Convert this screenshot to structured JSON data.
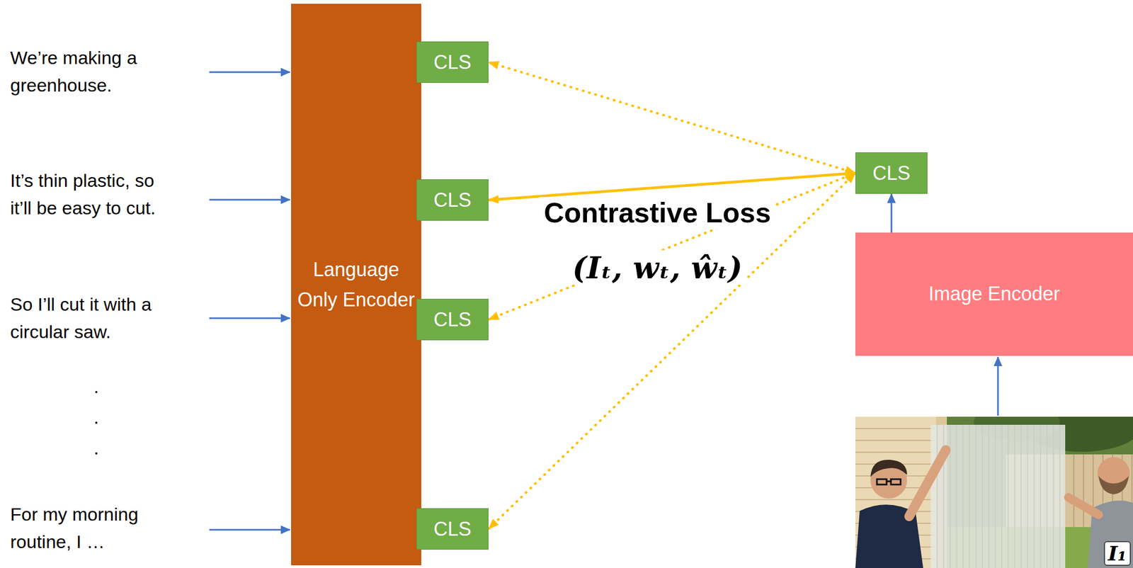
{
  "diagram": {
    "nodes": [
      {
        "text": [
          "Language Only Encoder"
        ]
      },
      {
        "text": [
          "CLS"
        ]
      },
      {
        "text": [
          "CLS"
        ]
      },
      {
        "text": [
          "CLS"
        ]
      },
      {
        "text": [
          "CLS"
        ]
      },
      {
        "text": [
          "CLS"
        ]
      },
      {
        "text": [
          "Image Encoder"
        ]
      }
    ],
    "edges": [
      {
        "from": 5,
        "to": 1,
        "arrow": "both"
      },
      {
        "from": 5,
        "to": 2,
        "arrow": "both"
      },
      {
        "from": 5,
        "to": 3,
        "arrow": "both"
      },
      {
        "from": 5,
        "to": 4,
        "arrow": "both"
      },
      {
        "from": 6,
        "to": 5,
        "arrow": "to"
      }
    ],
    "labels": [
      "We’re making a greenhouse.",
      "It’s thin plastic, so it’ll be easy to cut.",
      "So I’ll cut it with a circular saw.",
      "For my morning routine, I …",
      ".",
      ".",
      ".",
      "Contrastive Loss",
      "(Iₜ, wₜ, ŵₜ)",
      "I₁"
    ]
  }
}
